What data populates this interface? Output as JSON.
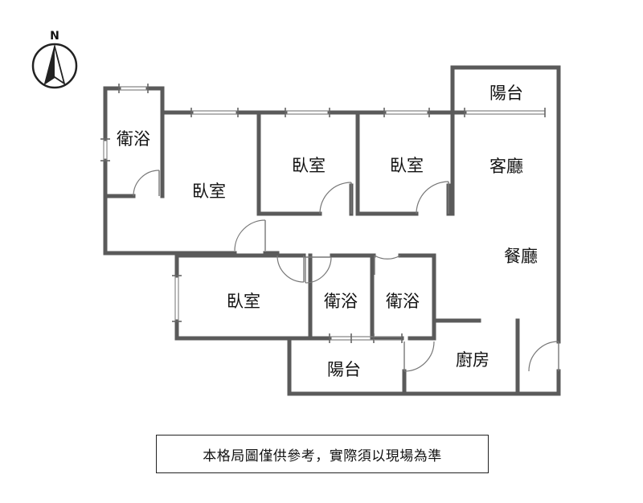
{
  "compass": {
    "label": "N"
  },
  "rooms": [
    {
      "id": "bath-1",
      "label": "衛浴"
    },
    {
      "id": "bedroom-1",
      "label": "臥室"
    },
    {
      "id": "bedroom-2",
      "label": "臥室"
    },
    {
      "id": "bedroom-3",
      "label": "臥室"
    },
    {
      "id": "balcony-1",
      "label": "陽台"
    },
    {
      "id": "living-room",
      "label": "客廳"
    },
    {
      "id": "dining-room",
      "label": "餐廳"
    },
    {
      "id": "bedroom-4",
      "label": "臥室"
    },
    {
      "id": "bath-2",
      "label": "衛浴"
    },
    {
      "id": "bath-3",
      "label": "衛浴"
    },
    {
      "id": "balcony-2",
      "label": "陽台"
    },
    {
      "id": "kitchen",
      "label": "廚房"
    }
  ],
  "disclaimer": "本格局圖僅供參考，實際須以現場為準"
}
